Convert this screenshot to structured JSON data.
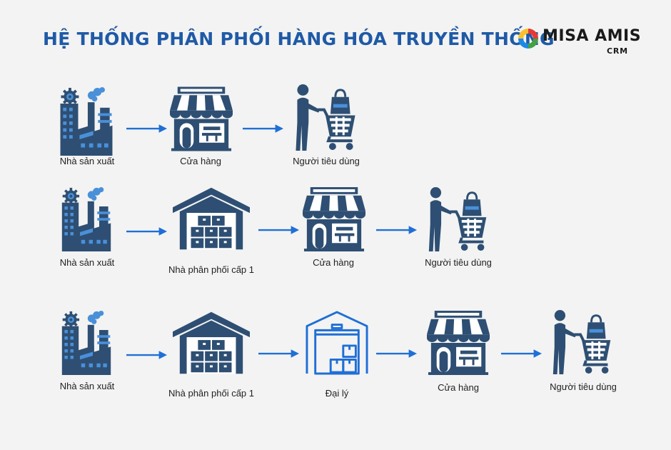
{
  "title": "HỆ THỐNG PHÂN PHỐI HÀNG HÓA TRUYỀN THỐNG",
  "logo": {
    "text": "MISA AMIS",
    "sub": "CRM"
  },
  "colors": {
    "primary": "#2e4f73",
    "accent": "#1f5aa6",
    "arrow": "#1f6fd6"
  },
  "rows": [
    {
      "nodes": [
        {
          "icon": "factory-icon",
          "label": "Nhà sản xuất"
        },
        {
          "icon": "store-icon",
          "label": "Cửa hàng"
        },
        {
          "icon": "shopper-cart-icon",
          "label": "Người tiêu dùng"
        }
      ]
    },
    {
      "nodes": [
        {
          "icon": "factory-icon",
          "label": "Nhà sản xuất"
        },
        {
          "icon": "warehouse-icon",
          "label": "Nhà phân phối cấp 1"
        },
        {
          "icon": "store-icon",
          "label": "Cửa hàng"
        },
        {
          "icon": "shopper-cart-icon",
          "label": "Người tiêu dùng"
        }
      ]
    },
    {
      "nodes": [
        {
          "icon": "factory-icon",
          "label": "Nhà sản xuất"
        },
        {
          "icon": "warehouse-icon",
          "label": "Nhà phân phối cấp 1"
        },
        {
          "icon": "agent-depot-icon",
          "label": "Đại lý"
        },
        {
          "icon": "store-icon",
          "label": "Cửa hàng"
        },
        {
          "icon": "shopper-cart-icon",
          "label": "Người tiêu dùng"
        }
      ]
    }
  ]
}
